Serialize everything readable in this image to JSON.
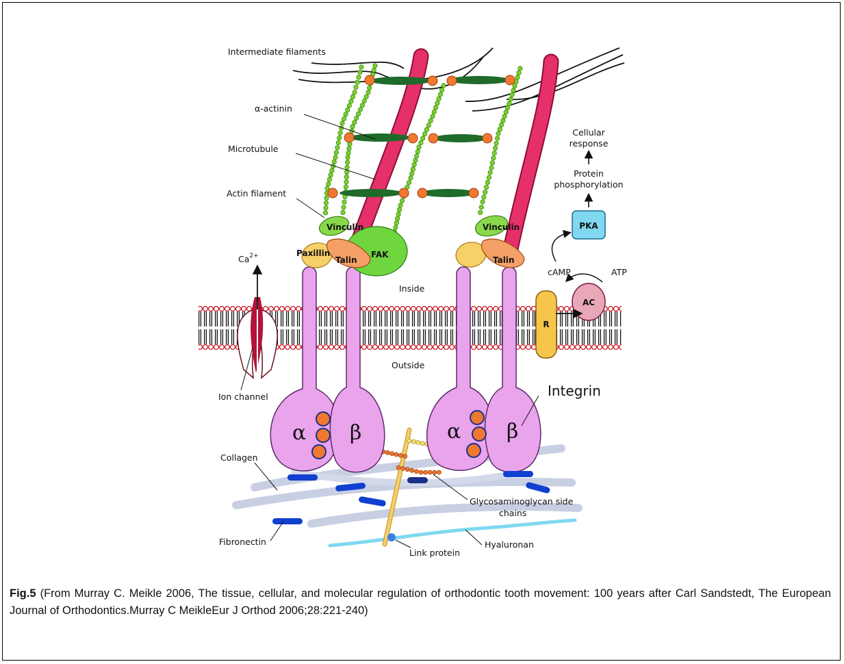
{
  "labels": {
    "intermediate_filaments": "Intermediate filaments",
    "alpha_actinin": "α-actinin",
    "microtubule": "Microtubule",
    "actin_filament": "Actin filament",
    "vinculin": "Vinculin",
    "paxillin": "Paxillin",
    "talin": "Talin",
    "fak": "FAK",
    "ca": "Ca",
    "ca_sup": "2+",
    "inside": "Inside",
    "outside": "Outside",
    "ion_channel": "Ion channel",
    "integrin": "Integrin",
    "alpha": "α",
    "beta": "β",
    "collagen": "Collagen",
    "fibronectin": "Fibronectin",
    "gag_line1": "Glycosaminoglycan side",
    "gag_line2": "chains",
    "link_protein": "Link protein",
    "hyaluronan": "Hyaluronan",
    "cellular_response_1": "Cellular",
    "cellular_response_2": "response",
    "protein_phos_1": "Protein",
    "protein_phos_2": "phosphorylation",
    "pka": "PKA",
    "camp": "cAMP",
    "atp": "ATP",
    "ac": "AC",
    "r": "R"
  },
  "caption": {
    "bold": "Fig.5",
    "text": " (From Murray C. Meikle 2006, The tissue, cellular, and molecular regulation of orthodontic tooth movement: 100 years after Carl Sandstedt, The European Journal of Orthodontics.Murray C MeikleEur J Orthod 2006;28:221-240)"
  },
  "colors": {
    "microtubule": "#e5306a",
    "actin": "#7cd02f",
    "actinin": "#1e6b2a",
    "actinin_node": "#f07830",
    "vinculin": "#8ad84a",
    "paxillin": "#f7d06a",
    "talin": "#f4a066",
    "fak": "#6fd640",
    "integrin": "#e9a4ec",
    "integrin_stroke": "#5a2a6a",
    "binding_site": "#f07830",
    "membrane_head": "#c81d2a",
    "receptor": "#f5c64a",
    "ac": "#e8a8b8",
    "pka": "#7fd8f0",
    "collagen": "#c9cfe3",
    "fibronectin": "#1040d0",
    "hyaluronan": "#7fd8f0",
    "core_protein": "#f2c455"
  }
}
